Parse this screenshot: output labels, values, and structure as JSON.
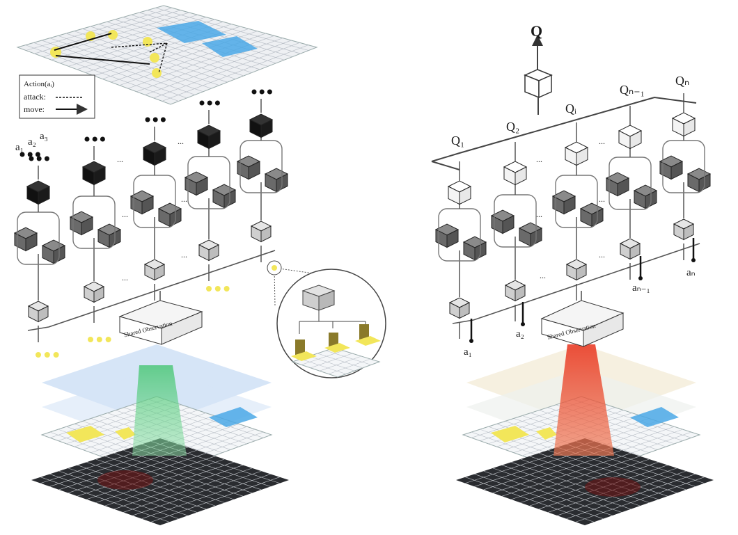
{
  "left_panel": {
    "legend": {
      "title": "Action(aᵢ)",
      "attack_label": "attack:",
      "move_label": "move:"
    },
    "action_labels": [
      "a₁",
      "a₂",
      "a₃"
    ],
    "shared_observation": "Shared Observation",
    "ellipsis": "..."
  },
  "right_panel": {
    "q_total": "Q",
    "q_labels": [
      "Q₁",
      "Q₂",
      "Qᵢ",
      "Qₙ₋₁",
      "Qₙ"
    ],
    "action_labels": [
      "a₁",
      "a₂",
      "aₙ₋₁",
      "aₙ"
    ],
    "shared_observation": "Shared Observation",
    "ellipsis": "..."
  },
  "colors": {
    "green_beam": "#3ec46b",
    "red_beam": "#e8321c",
    "blue_cell": "#4aa8e6",
    "yellow_unit": "#f2e65a",
    "dark_cube": "#1a1a1a",
    "mid_cube": "#555555",
    "light_cube": "#bdbdbd"
  }
}
